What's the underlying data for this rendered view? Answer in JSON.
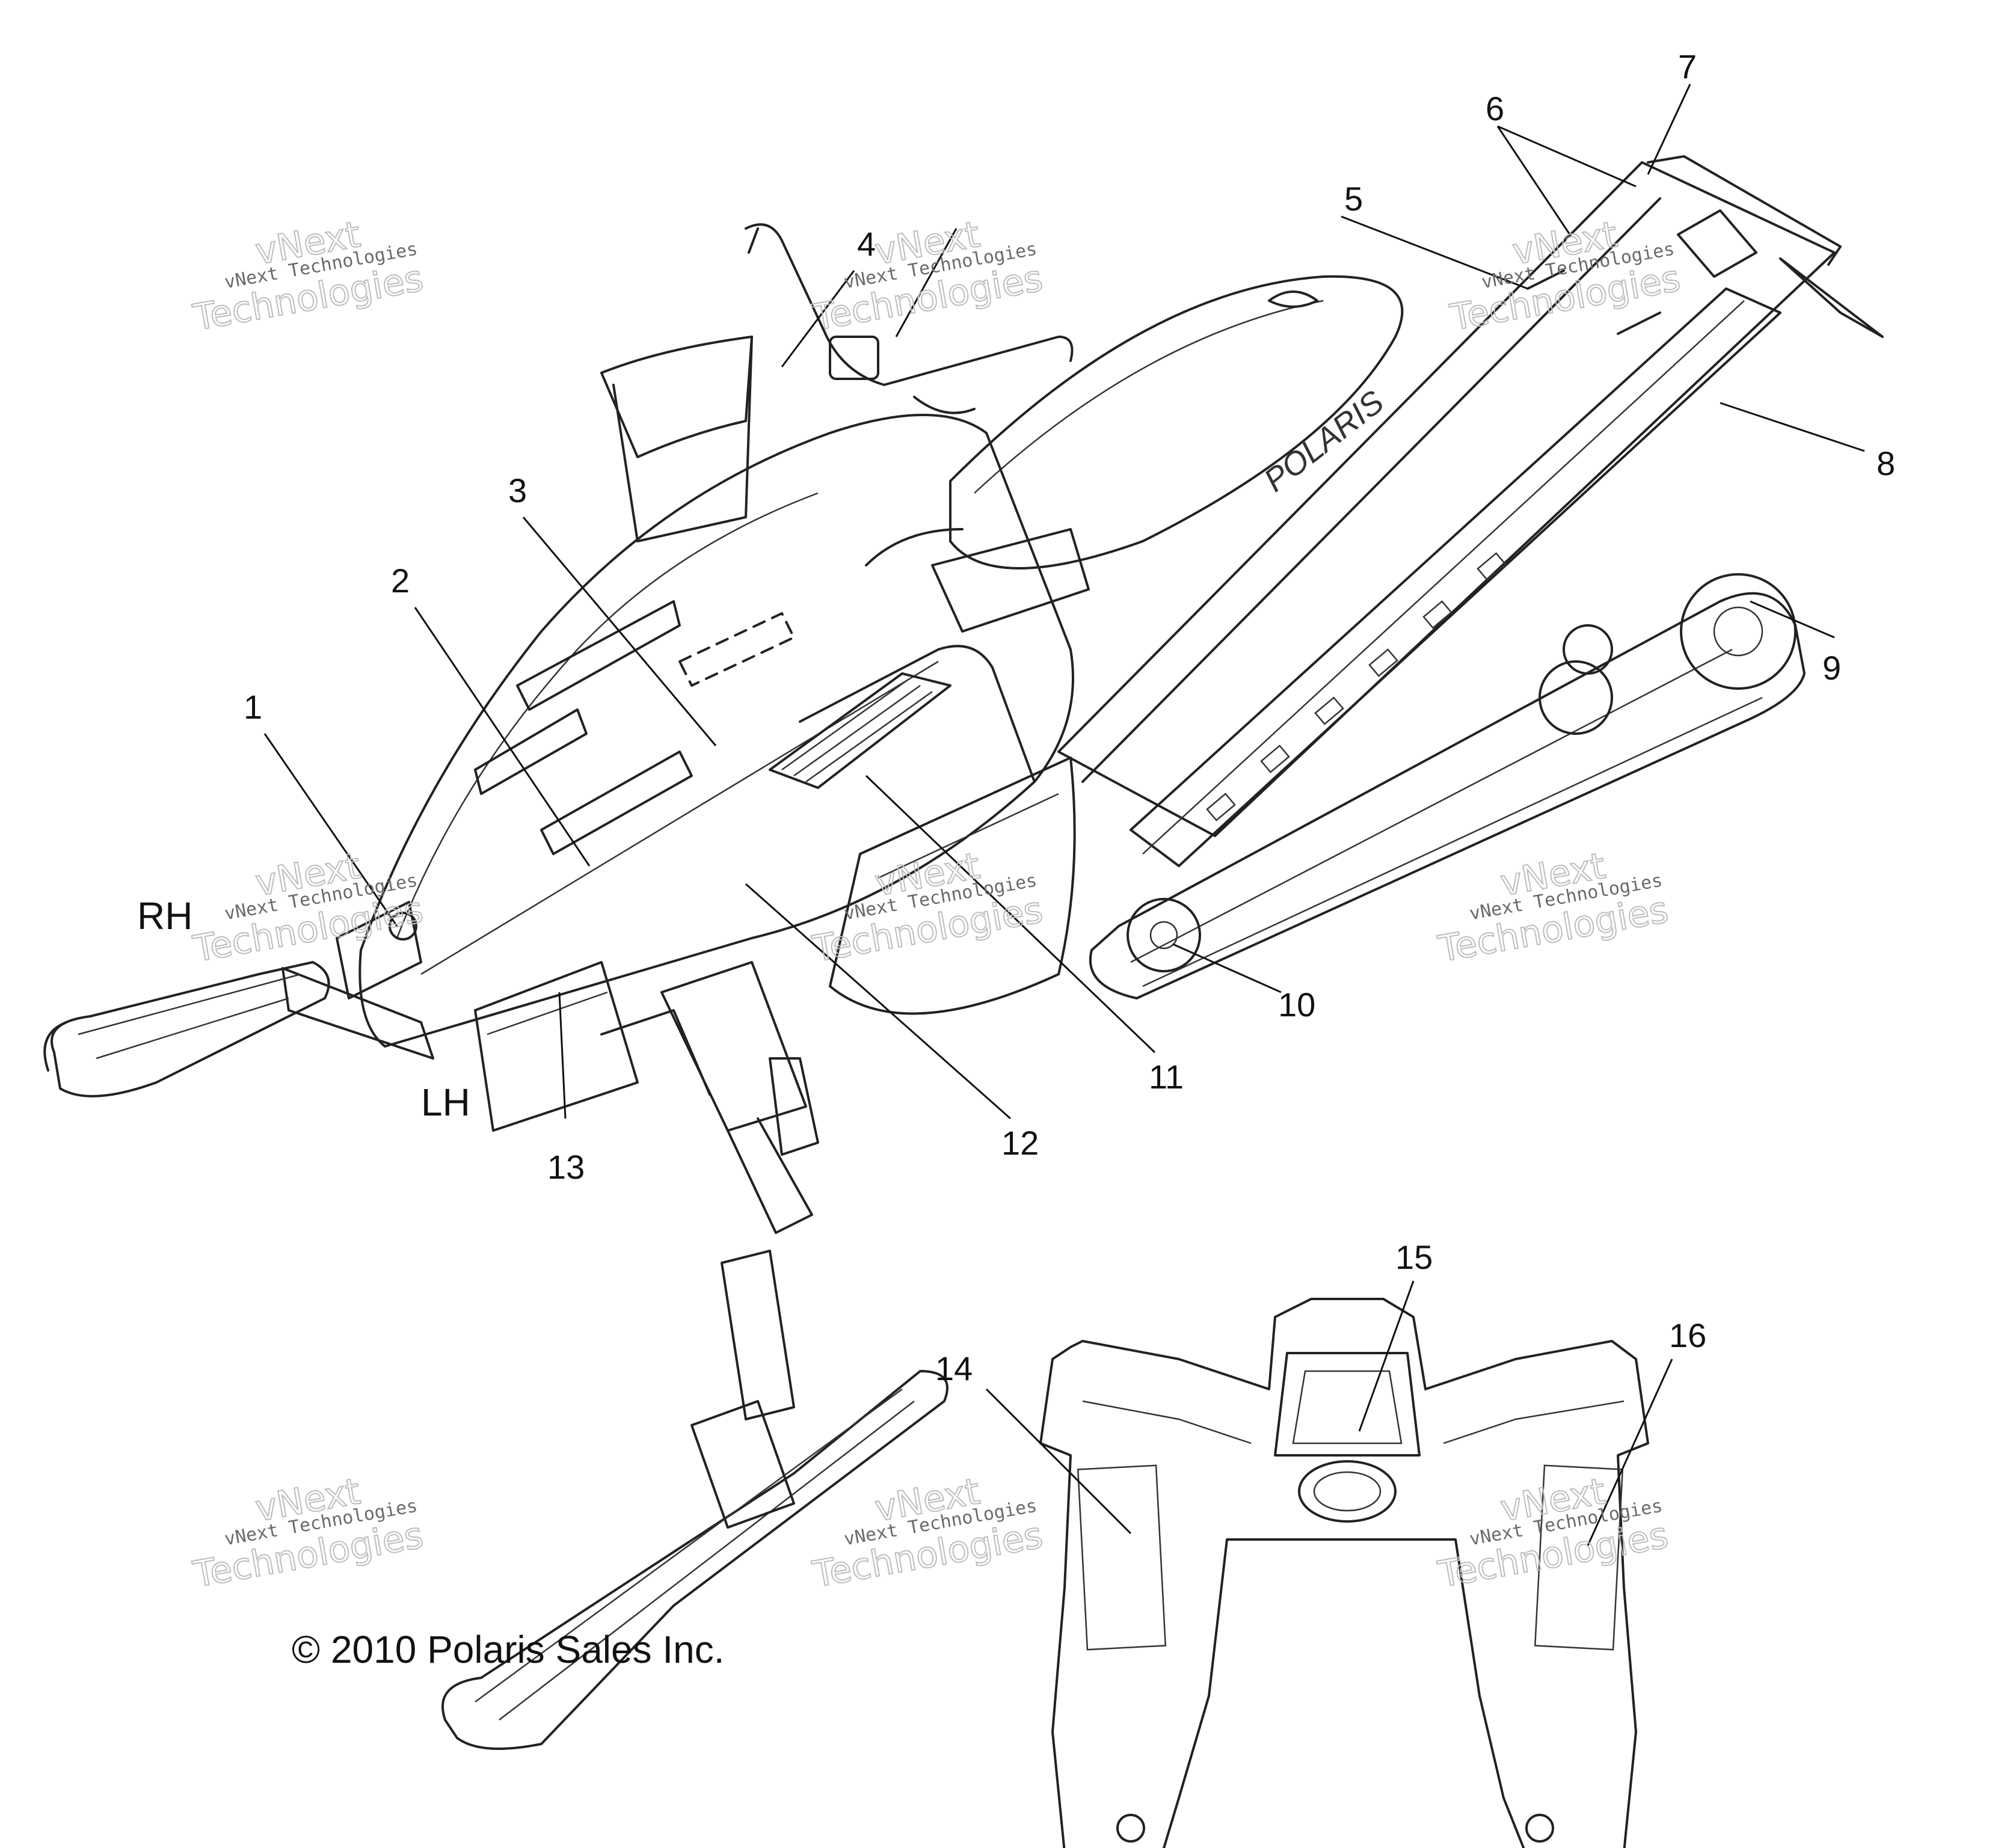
{
  "callouts": [
    {
      "id": "1",
      "label": "1"
    },
    {
      "id": "2",
      "label": "2"
    },
    {
      "id": "3",
      "label": "3"
    },
    {
      "id": "4",
      "label": "4"
    },
    {
      "id": "5",
      "label": "5"
    },
    {
      "id": "6",
      "label": "6"
    },
    {
      "id": "7",
      "label": "7"
    },
    {
      "id": "8",
      "label": "8"
    },
    {
      "id": "9",
      "label": "9"
    },
    {
      "id": "10",
      "label": "10"
    },
    {
      "id": "11",
      "label": "11"
    },
    {
      "id": "12",
      "label": "12"
    },
    {
      "id": "13",
      "label": "13"
    },
    {
      "id": "14",
      "label": "14"
    },
    {
      "id": "15",
      "label": "15"
    },
    {
      "id": "16",
      "label": "16"
    }
  ],
  "side_labels": {
    "rh": "RH",
    "lh": "LH"
  },
  "copyright": "© 2010 Polaris Sales Inc.",
  "seat_logo": "POLARIS",
  "watermark": {
    "line1": "vNext Technologies",
    "line2": "vNext",
    "line3": "Technologies"
  }
}
